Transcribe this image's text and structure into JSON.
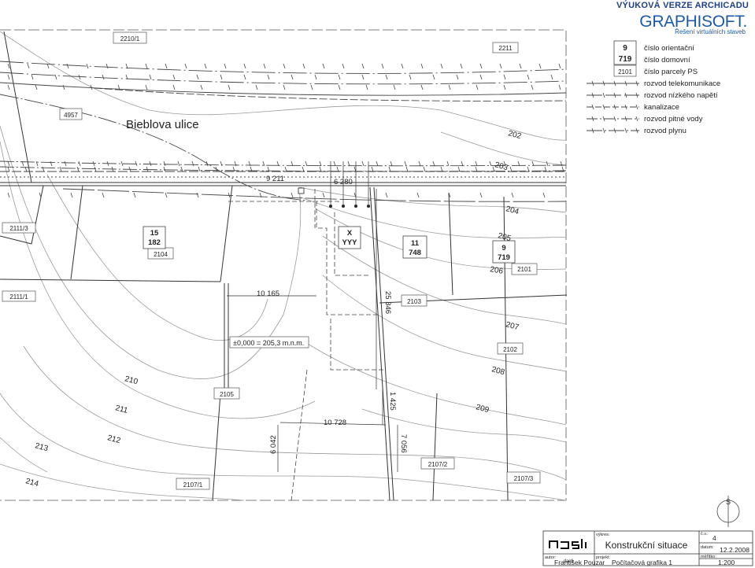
{
  "banner": {
    "title": "VÝUKOVÁ VERZE ARCHICADU",
    "brand": "GRAPHISOFT.",
    "tagline": "Řešení virtuálních staveb"
  },
  "legend": {
    "orientation_number": "9",
    "house_number": "719",
    "parcel_example": "2101",
    "items": [
      "číslo orientační",
      "číslo domovní",
      "číslo parcely PS",
      "rozvod telekomunikace",
      "rozvod nízkého napětí",
      "kanalizace",
      "rozvod pitné vody",
      "rozvod plynu"
    ]
  },
  "street_name": "Bieblova ulice",
  "parcels": [
    "2210/1",
    "2211",
    "4957",
    "2111/3",
    "2104",
    "2101",
    "2111/1",
    "2103",
    "2102",
    "2105",
    "2107/2",
    "2107/3",
    "2107/1"
  ],
  "buildings": [
    {
      "orientation": "15",
      "house": "182"
    },
    {
      "orientation": "X",
      "house": "YYY"
    },
    {
      "orientation": "11",
      "house": "748"
    },
    {
      "orientation": "9",
      "house": "719"
    }
  ],
  "contours": [
    "202",
    "203",
    "204",
    "205",
    "206",
    "207",
    "208",
    "209",
    "210",
    "211",
    "212",
    "213",
    "214"
  ],
  "dimensions": [
    "9 211",
    "6 280",
    "10 165",
    "25 346",
    "1 425",
    "10 728",
    "6 042",
    "7 056"
  ],
  "elevation_note": "±0,000 = 205,3 m.n.m.",
  "north_symbol": "S",
  "title_block": {
    "logo_text": "dasti",
    "drawing_label": "výkres:",
    "drawing_title": "Konstrukční situace",
    "sheet_label": "č.v.:",
    "sheet_number": "4",
    "date_label": "datum:",
    "date": "12.2.2008",
    "author_label": "autor:",
    "author": "František Pouzar",
    "project_label": "projekt:",
    "project": "Počítačová grafika 1",
    "scale_label": "měřítko:",
    "scale": "1:200"
  }
}
